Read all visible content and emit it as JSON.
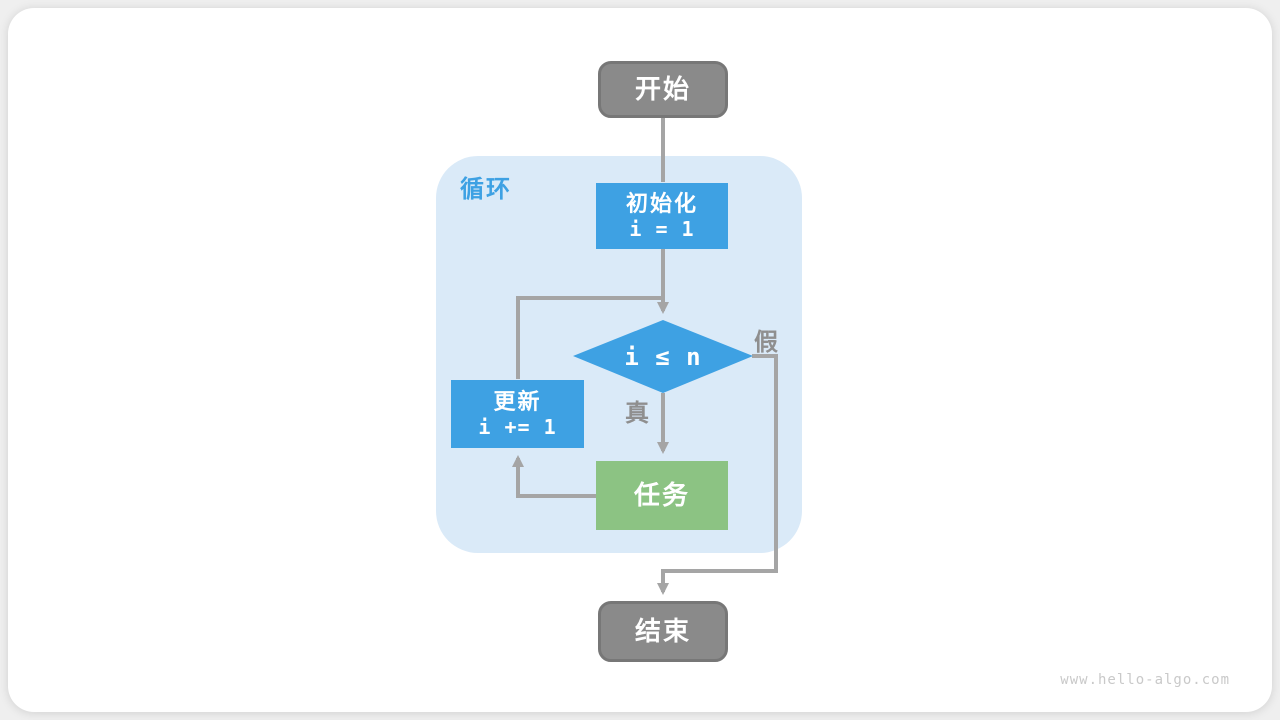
{
  "diagram": {
    "loop_label": "循环",
    "nodes": {
      "start": {
        "label": "开始"
      },
      "init": {
        "title": "初始化",
        "code": "i = 1"
      },
      "condition": {
        "code": "i ≤ n"
      },
      "update": {
        "title": "更新",
        "code": "i += 1"
      },
      "task": {
        "label": "任务"
      },
      "end": {
        "label": "结束"
      }
    },
    "edge_labels": {
      "false_branch": "假",
      "true_branch": "真"
    },
    "colors": {
      "process_blue": "#3ea1e3",
      "task_green": "#8cc383",
      "terminal_gray": "#8a8a8a",
      "loop_background": "#daeaf8",
      "connector_gray": "#a5a5a5",
      "edge_label_gray": "#8f8f8f"
    }
  },
  "footer": {
    "watermark": "www.hello-algo.com"
  }
}
